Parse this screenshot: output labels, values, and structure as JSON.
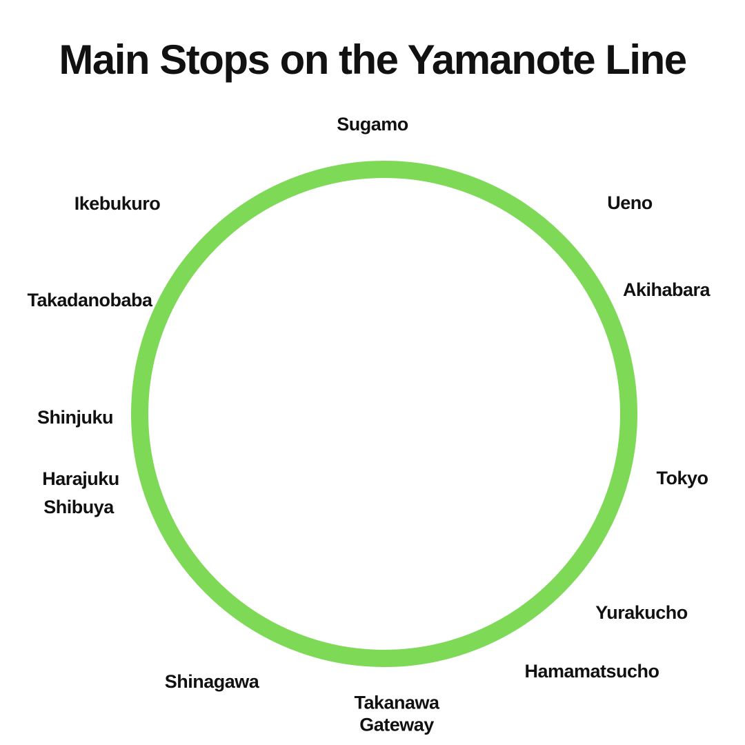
{
  "title": "Main Stops on the Yamanote Line",
  "line": {
    "name": "Yamanote Line",
    "shape": "circle"
  },
  "colors": {
    "line": "#7ED957",
    "text": "#111111",
    "background": "#FFFFFF"
  },
  "stations": [
    {
      "name": "Sugamo",
      "position": "top"
    },
    {
      "name": "Ueno",
      "position": "upper-right"
    },
    {
      "name": "Akihabara",
      "position": "right"
    },
    {
      "name": "Tokyo",
      "position": "right"
    },
    {
      "name": "Yurakucho",
      "position": "lower-right"
    },
    {
      "name": "Hamamatsucho",
      "position": "lower-right"
    },
    {
      "name": "Takanawa Gateway",
      "position": "bottom"
    },
    {
      "name": "Shinagawa",
      "position": "lower-left"
    },
    {
      "name": "Shibuya",
      "position": "left"
    },
    {
      "name": "Harajuku",
      "position": "left"
    },
    {
      "name": "Shinjuku",
      "position": "left"
    },
    {
      "name": "Takadanobaba",
      "position": "upper-left"
    },
    {
      "name": "Ikebukuro",
      "position": "upper-left"
    }
  ]
}
